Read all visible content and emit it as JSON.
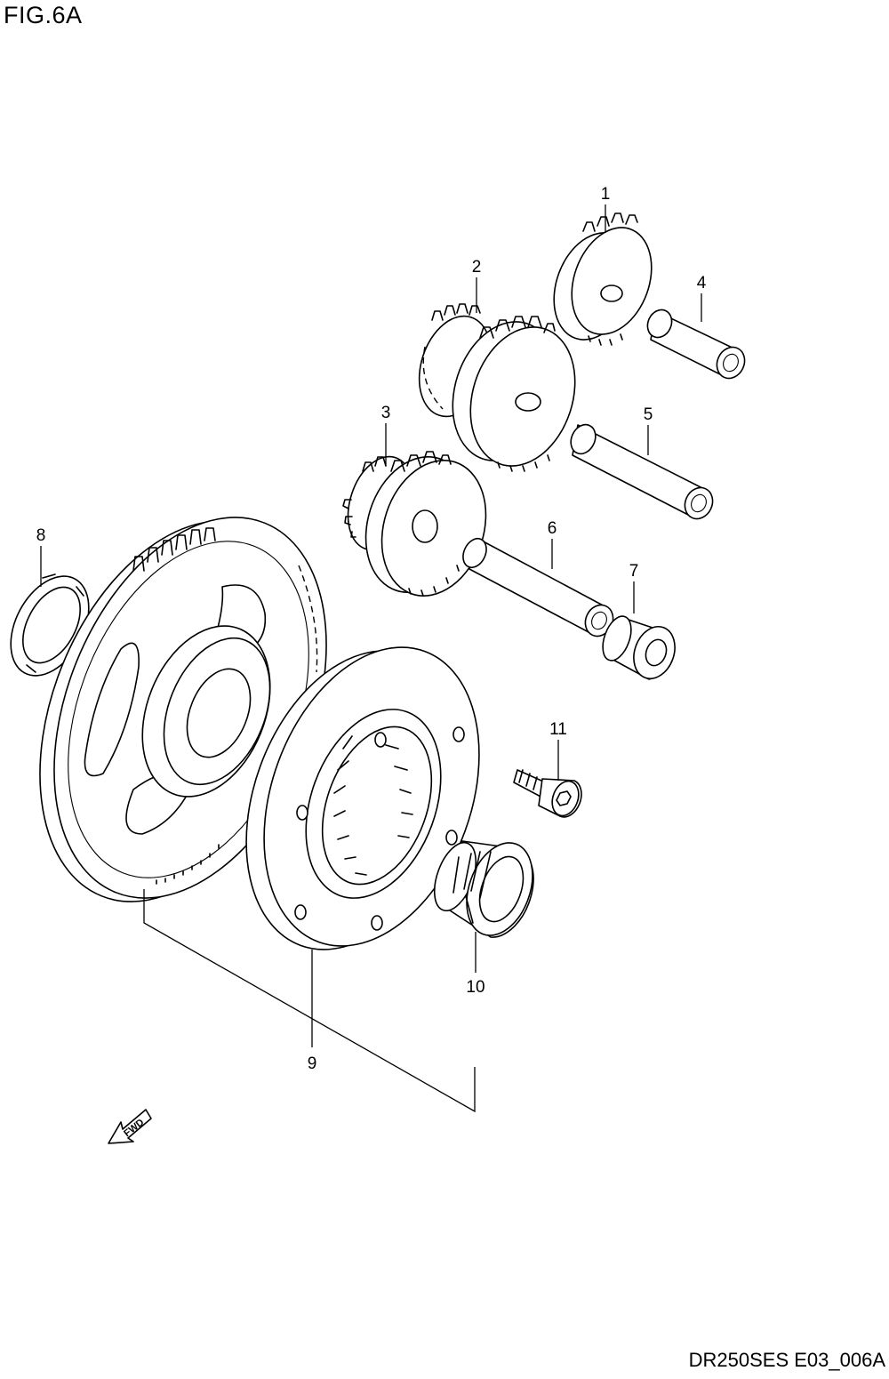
{
  "figure_title": "FIG.6A",
  "figure_code": "DR250SES E03_006A",
  "fwd_label": "FWD",
  "parts": [
    {
      "ref": "1"
    },
    {
      "ref": "2"
    },
    {
      "ref": "3"
    },
    {
      "ref": "4"
    },
    {
      "ref": "5"
    },
    {
      "ref": "6"
    },
    {
      "ref": "7"
    },
    {
      "ref": "8"
    },
    {
      "ref": "9"
    },
    {
      "ref": "10"
    },
    {
      "ref": "11"
    }
  ]
}
